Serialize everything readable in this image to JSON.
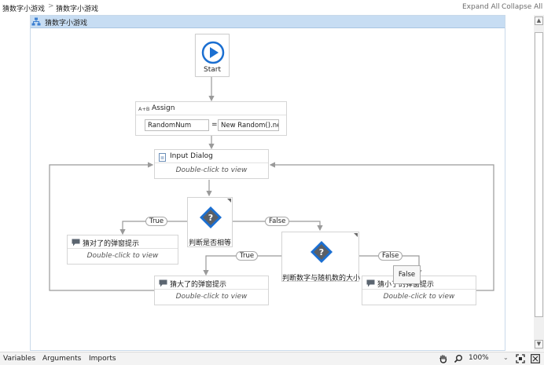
{
  "breadcrumb": {
    "root": "猜数字小游戏",
    "current": "猜数字小游戏"
  },
  "toolbar": {
    "expand_all": "Expand All",
    "collapse_all": "Collapse All"
  },
  "sequence": {
    "title": "猜数字小游戏"
  },
  "flow": {
    "start": {
      "label": "Start"
    },
    "assign": {
      "title": "Assign",
      "to_value": "RandomNum",
      "operator": "=",
      "expression": "New Random().ne"
    },
    "input_dialog": {
      "title": "Input Dialog",
      "hint": "Double-click to view"
    },
    "decision_equal": {
      "label": "判断是否相等"
    },
    "decision_compare": {
      "label": "判断数字与随机数的大小"
    },
    "msg_correct": {
      "title": "猜对了的弹窗提示",
      "hint": "Double-click to view"
    },
    "msg_too_big": {
      "title": "猜大了的弹窗提示",
      "hint": "Double-click to view"
    },
    "msg_too_small": {
      "title": "猜小了的弹窗提示",
      "hint": "Double-click to view"
    },
    "branches": {
      "equal_true": "True",
      "equal_false": "False",
      "compare_true": "True",
      "compare_false": "False"
    },
    "tooltip": "False"
  },
  "bottombar": {
    "tabs": [
      "Variables",
      "Arguments",
      "Imports"
    ],
    "zoom": "100%"
  },
  "colors": {
    "accent": "#1b6fd1",
    "header_bg": "#c7ddf3",
    "connector": "#9a9a9a"
  }
}
